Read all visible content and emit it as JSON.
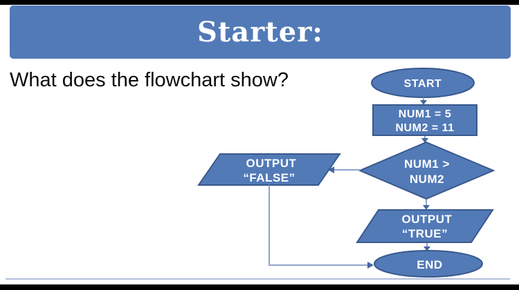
{
  "slide": {
    "title": "Starter:",
    "question": "What does the flowchart show?"
  },
  "flowchart": {
    "nodes": {
      "start": {
        "type": "terminator",
        "label": "START"
      },
      "assign": {
        "type": "process",
        "line1": "NUM1 = 5",
        "line2": "NUM2 = 11"
      },
      "decision": {
        "type": "decision",
        "line1": "NUM1 >",
        "line2": "NUM2"
      },
      "false_out": {
        "type": "input-output",
        "line1": "OUTPUT",
        "line2": "“FALSE”"
      },
      "true_out": {
        "type": "input-output",
        "line1": "OUTPUT",
        "line2": "“TRUE”"
      },
      "end": {
        "type": "terminator",
        "label": "END"
      }
    },
    "colors": {
      "shape_fill": "#527AB7",
      "shape_border": "#38598C",
      "shape_text": "#FFFFFF",
      "connector": "#8FA3CC",
      "arrowhead": "#46679E"
    }
  },
  "colors": {
    "banner_fill": "#527AB7",
    "banner_text": "#FFFFFF",
    "body_text": "#0A0A0A",
    "divider": "#95A5CE",
    "letterbox": "#000000"
  }
}
